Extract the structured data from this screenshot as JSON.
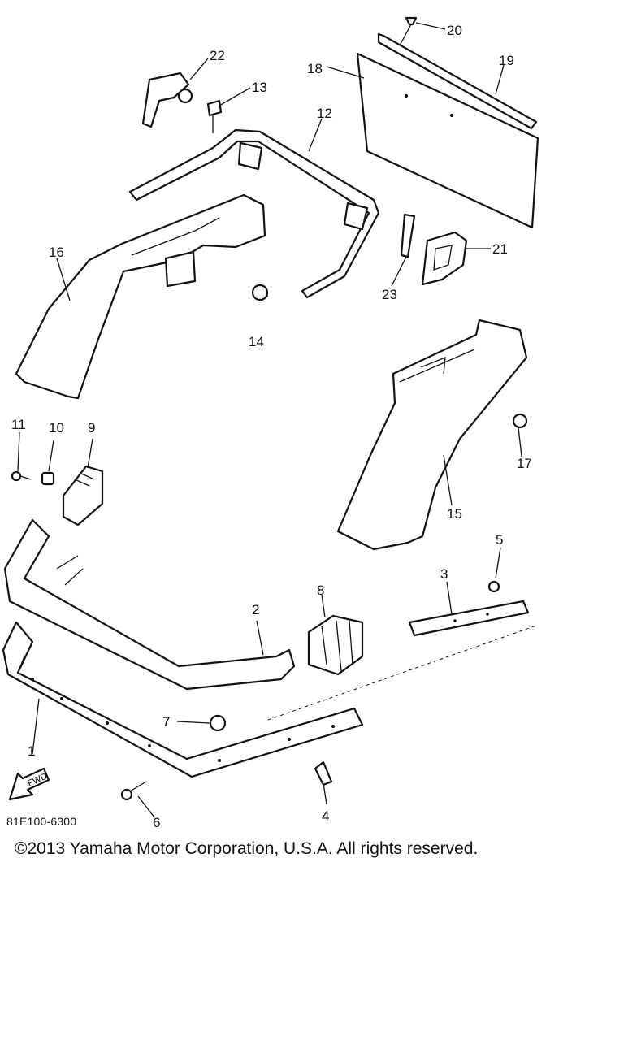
{
  "diagram": {
    "drawing_code": "81E100-6300",
    "copyright": "©2013 Yamaha Motor Corporation, U.S.A. All rights reserved.",
    "fwd_label": "FWD",
    "part_labels": [
      "1",
      "2",
      "3",
      "4",
      "5",
      "6",
      "7",
      "8",
      "9",
      "10",
      "11",
      "12",
      "13",
      "14",
      "15",
      "16",
      "17",
      "18",
      "19",
      "20",
      "21",
      "22",
      "23"
    ]
  }
}
